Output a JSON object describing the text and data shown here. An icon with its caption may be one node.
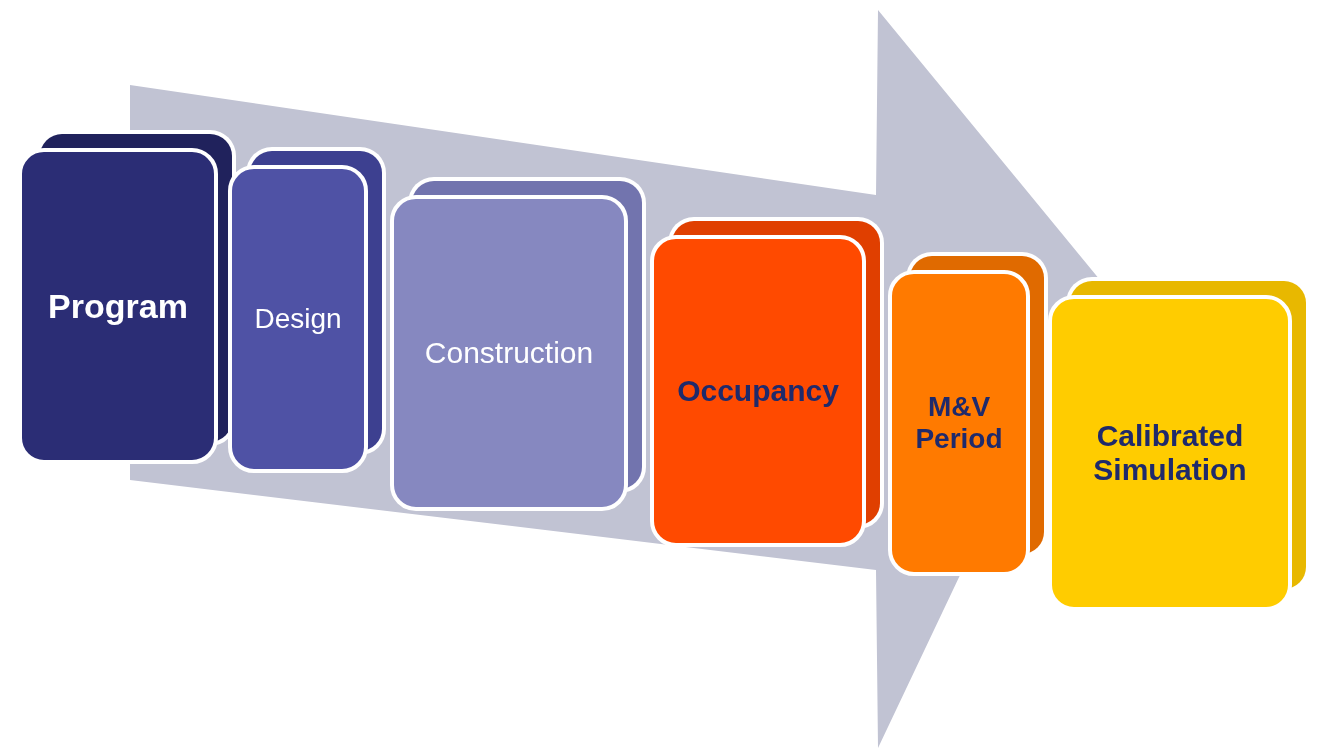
{
  "diagram": {
    "nodes": [
      {
        "text": [
          "Program"
        ]
      },
      {
        "text": [
          "Design"
        ]
      },
      {
        "text": [
          "Construction"
        ]
      },
      {
        "text": [
          "Occupancy"
        ]
      },
      {
        "text": [
          "M&V Period"
        ]
      },
      {
        "text": [
          "Calibrated Simulation"
        ]
      }
    ],
    "edges": [
      {
        "from": 0,
        "to": 5,
        "arrow": "to"
      }
    ]
  }
}
